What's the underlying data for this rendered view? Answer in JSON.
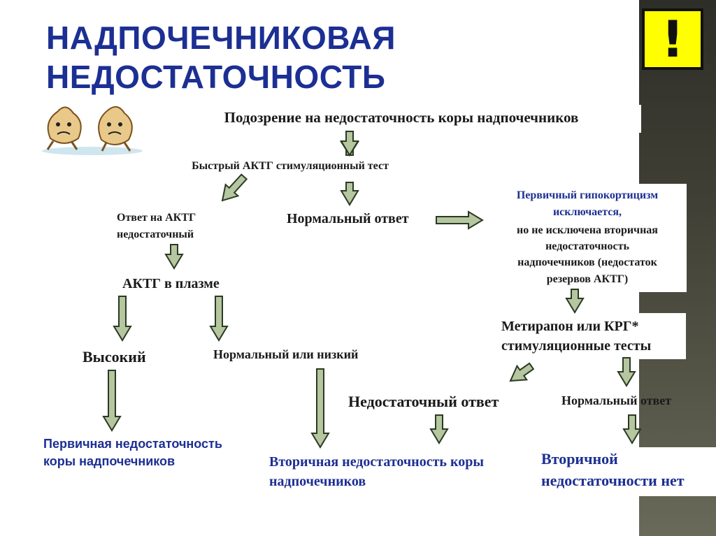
{
  "title": {
    "line1": "НАДПОЧЕЧНИКОВАЯ",
    "line2": "НЕДОСТАТОЧНОСТЬ"
  },
  "warning_icon": "exclamation-mark",
  "flow": {
    "suspicion": "Подозрение на недостаточность коры надпочечников",
    "quick_test": "Быстрый АКТГ стимуляционный тест",
    "insufficient_line1": "Ответ на АКТГ",
    "insufficient_line2": "недостаточный",
    "normal_response": "Нормальный ответ",
    "excluded_line1": "Первичный гипокортицизм",
    "excluded_line2": "исключается,",
    "excluded_line3": "но не исключена вторичная",
    "excluded_line4": "недостаточность",
    "excluded_line5": "надпочечников (недостаток",
    "excluded_line6": "резервов АКТГ)",
    "acth_plasma": "АКТГ в плазме",
    "high": "Высокий",
    "normal_or_low": "Нормальный или низкий",
    "metyrapone_line1": "Метирапон или КРГ*",
    "metyrapone_line2": "стимуляционные тесты",
    "insufficient_response": "Недостаточный ответ",
    "normal_response2": "Нормальный ответ",
    "primary_line1": "Первичная недостаточность",
    "primary_line2": "коры надпочечников",
    "secondary_line1": "Вторичная недостаточность коры",
    "secondary_line2": "надпочечников",
    "no_secondary_line1": "Вторичной",
    "no_secondary_line2": "недостаточности нет"
  }
}
